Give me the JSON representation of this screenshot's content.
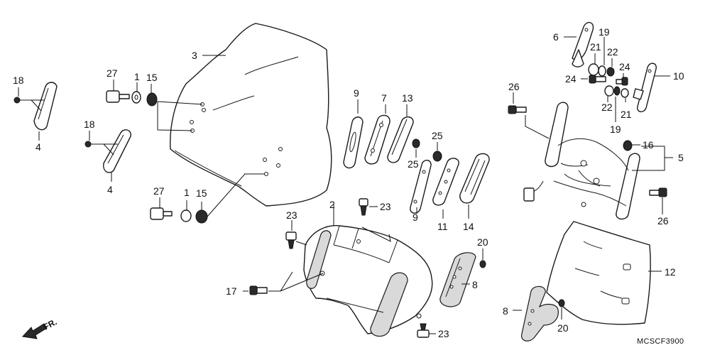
{
  "diagram_code": "MCSCF3900",
  "direction_label": "FR.",
  "callouts": {
    "c3": "3",
    "c27a": "27",
    "c1a": "1",
    "c15a": "15",
    "c18a": "18",
    "c4a": "4",
    "c18b": "18",
    "c4b": "4",
    "c27b": "27",
    "c1b": "1",
    "c15b": "15",
    "c9a": "9",
    "c7": "7",
    "c13": "13",
    "c25a": "25",
    "c25b": "25",
    "c9b": "9",
    "c11": "11",
    "c14": "14",
    "c2": "2",
    "c23a": "23",
    "c23b": "23",
    "c23c": "23",
    "c17": "17",
    "c20a": "20",
    "c8a": "8",
    "c8b": "8",
    "c20b": "20",
    "c12": "12",
    "c6": "6",
    "c19a": "19",
    "c21a": "21",
    "c22a": "22",
    "c24a": "24",
    "c24b": "24",
    "c10": "10",
    "c22b": "22",
    "c21b": "21",
    "c19b": "19",
    "c26a": "26",
    "c16": "16",
    "c5": "5",
    "c26b": "26"
  }
}
